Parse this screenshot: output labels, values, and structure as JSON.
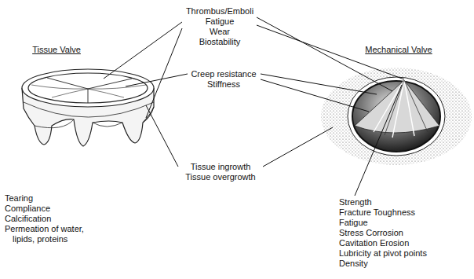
{
  "diagram": {
    "labels": [
      "Thrombus/Emboli",
      "Fatigue",
      "Wear",
      "Biostability",
      "Tissue Valve",
      "Mechanical Valve",
      "Creep resistance",
      "Stiffness",
      "Tissue ingrowth",
      "Tissue overgrowth",
      "Tearing",
      "Compliance",
      "Calcification",
      "Permeation of water, lipids, proteins",
      "Strength",
      "Fracture Toughness",
      "Fatigue",
      "Stress Corrosion",
      "Cavitation Erosion",
      "Lubricity at pivot points",
      "Density"
    ]
  }
}
